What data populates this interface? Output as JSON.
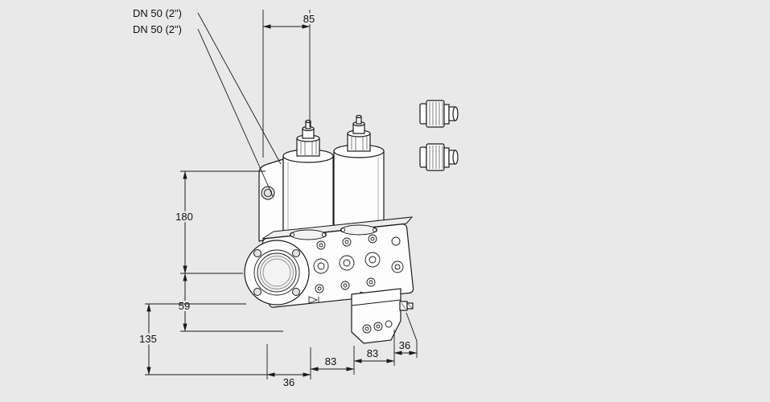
{
  "colors": {
    "background": "#e9e9e9",
    "line": "#1a1a1a",
    "part_fill": "#fdfdfd"
  },
  "callouts": {
    "dn_label_1": "DN 50 (2\")",
    "dn_label_2": "DN 50 (2\")"
  },
  "dimensions": {
    "top_width": "85",
    "height_upper": "180",
    "height_flange_to_bottom": "59",
    "height_lower": "135",
    "bottom_depth_left": "36",
    "bottom_width_left": "83",
    "bottom_width_right": "83",
    "bottom_depth_right": "36"
  }
}
